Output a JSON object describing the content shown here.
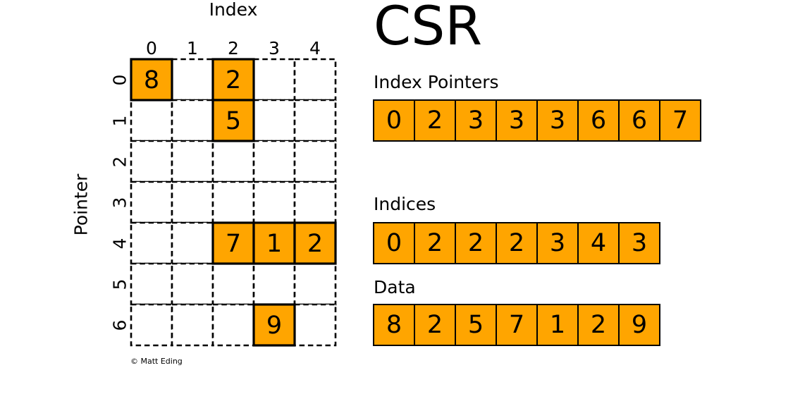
{
  "title": "CSR",
  "copyright": "© Matt Eding",
  "colors": {
    "cell_fill": "#FFA500",
    "line": "#000000",
    "background": "#ffffff"
  },
  "matrix": {
    "xlabel": "Index",
    "ylabel": "Pointer",
    "cols": 5,
    "rows": 7,
    "col_labels": [
      "0",
      "1",
      "2",
      "3",
      "4"
    ],
    "row_labels": [
      "0",
      "1",
      "2",
      "3",
      "4",
      "5",
      "6"
    ],
    "filled_cells": [
      {
        "row": 0,
        "col": 0,
        "value": "8"
      },
      {
        "row": 0,
        "col": 2,
        "value": "2"
      },
      {
        "row": 1,
        "col": 2,
        "value": "5"
      },
      {
        "row": 4,
        "col": 2,
        "value": "7"
      },
      {
        "row": 4,
        "col": 3,
        "value": "1"
      },
      {
        "row": 4,
        "col": 4,
        "value": "2"
      },
      {
        "row": 6,
        "col": 3,
        "value": "9"
      }
    ]
  },
  "arrays": [
    {
      "label": "Index Pointers",
      "values": [
        "0",
        "2",
        "3",
        "3",
        "3",
        "6",
        "6",
        "7"
      ]
    },
    {
      "label": "Indices",
      "values": [
        "0",
        "2",
        "2",
        "2",
        "3",
        "4",
        "3"
      ]
    },
    {
      "label": "Data",
      "values": [
        "8",
        "2",
        "5",
        "7",
        "1",
        "2",
        "9"
      ]
    }
  ]
}
